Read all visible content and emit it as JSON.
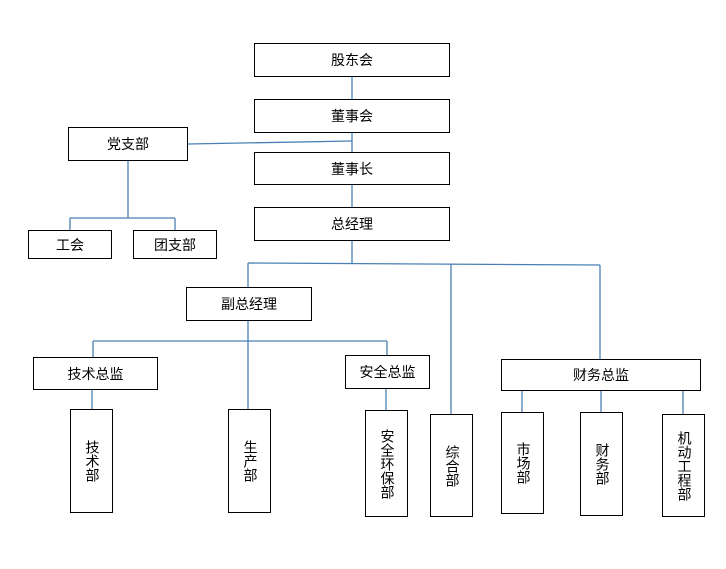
{
  "nodes": {
    "shareholders": "股东会",
    "board": "董事会",
    "chairman": "董事长",
    "party_branch": "党支部",
    "union": "工会",
    "youth_league": "团支部",
    "gm": "总经理",
    "deputy_gm": "副总经理",
    "tech_director": "技术总监",
    "safety_director": "安全总监",
    "finance_director": "财务总监",
    "tech_dept": "技术部",
    "production_dept": "生产部",
    "safety_env_dept": "安全环保部",
    "general_dept": "综合部",
    "market_dept": "市场部",
    "finance_dept": "财务部",
    "mech_eng_dept": "机动工程部"
  }
}
